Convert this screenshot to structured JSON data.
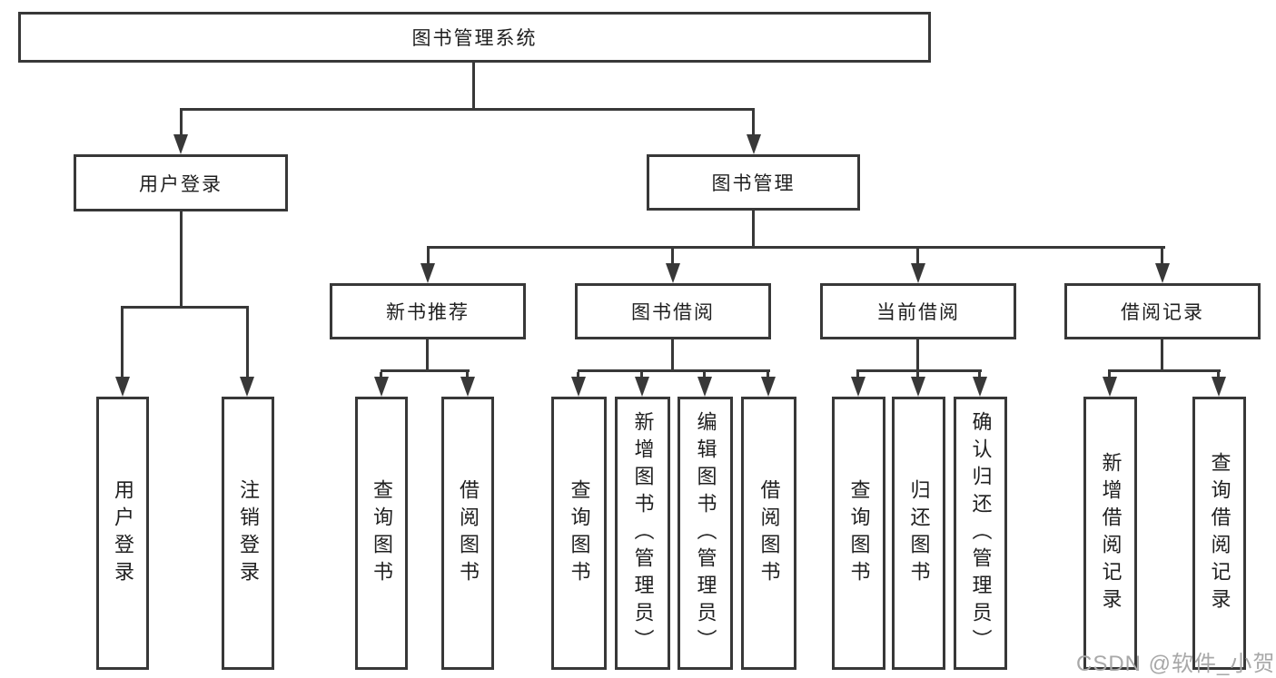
{
  "diagram": {
    "root": "图书管理系统",
    "branches": [
      {
        "label": "用户登录",
        "children": [
          "用户登录",
          "注销登录"
        ]
      },
      {
        "label": "图书管理",
        "sections": [
          {
            "label": "新书推荐",
            "children": [
              "查询图书",
              "借阅图书"
            ]
          },
          {
            "label": "图书借阅",
            "children": [
              "查询图书",
              "新增图书（管理员）",
              "编辑图书（管理员）",
              "借阅图书"
            ]
          },
          {
            "label": "当前借阅",
            "children": [
              "查询图书",
              "归还图书",
              "确认归还（管理员）"
            ]
          },
          {
            "label": "借阅记录",
            "children": [
              "新增借阅记录",
              "查询借阅记录"
            ]
          }
        ]
      }
    ]
  },
  "watermark": "CSDN @软件_小贺同学",
  "colors": {
    "line": "#383838",
    "text": "#1f1f1f",
    "watermark": "#a8a8a8",
    "background": "#ffffff"
  }
}
